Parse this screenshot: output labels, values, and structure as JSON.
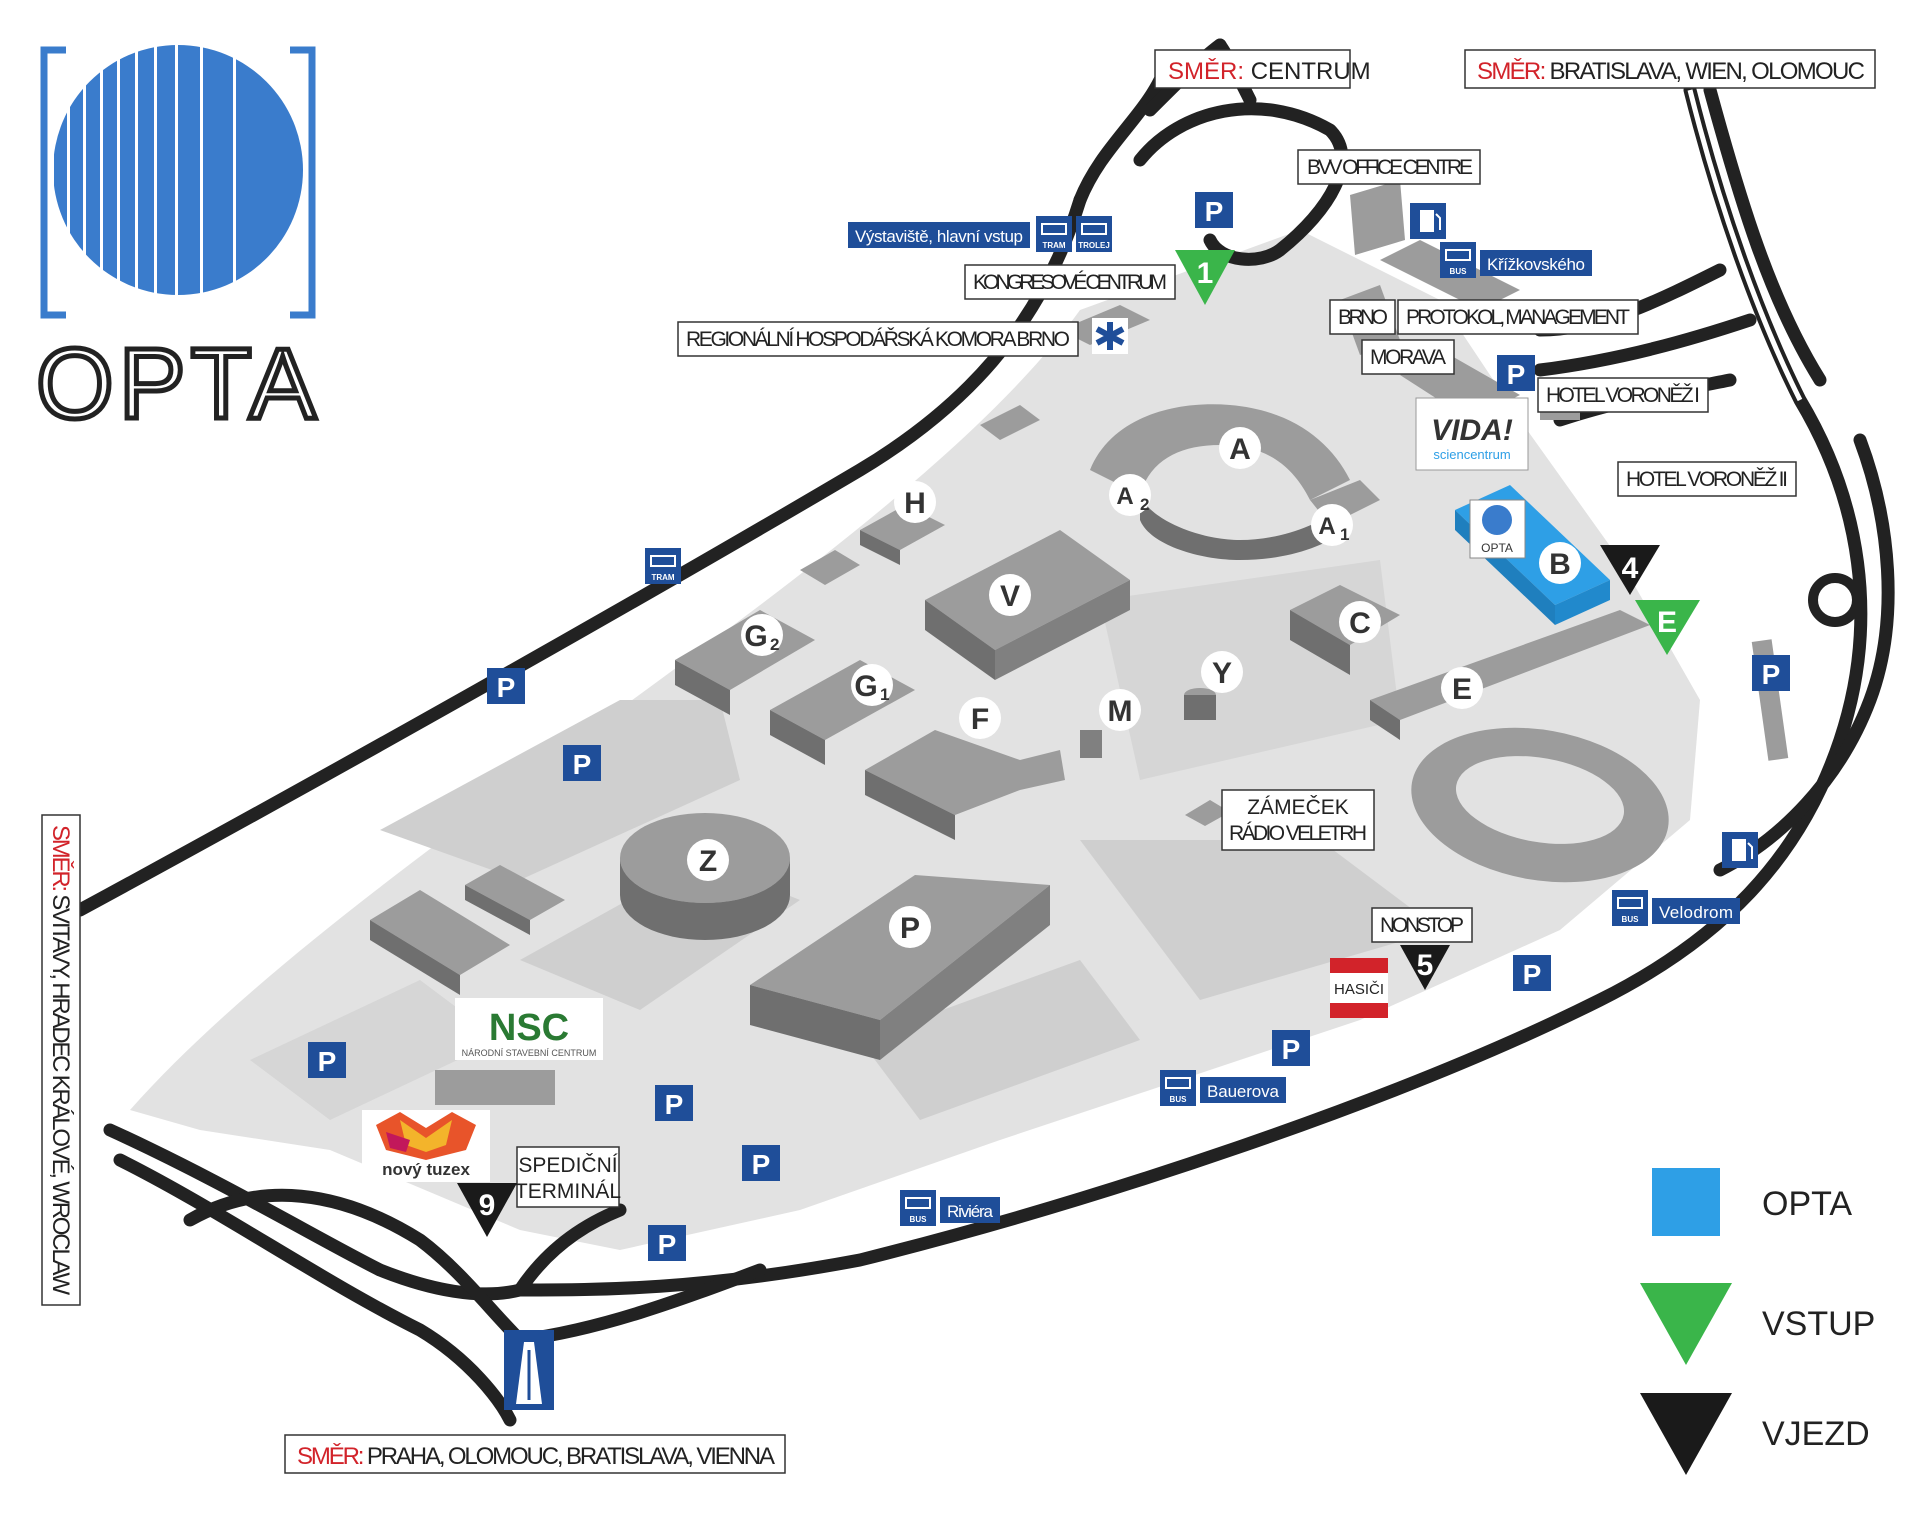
{
  "logo": {
    "text": "OPTA",
    "color": "#3a7ccc"
  },
  "directions": {
    "centrum": {
      "prefix": "SMĚR:",
      "text": "CENTRUM"
    },
    "bratislava": {
      "prefix": "SMĚR:",
      "text": "BRATISLAVA, WIEN, OLOMOUC"
    },
    "svitavy": {
      "prefix": "SMĚR:",
      "text": "SVITAVY, HRADEC KRÁLOVÉ, WROCLAW"
    },
    "praha": {
      "prefix": "SMĚR:",
      "text": "PRAHA, OLOMOUC, BRATISLAVA, VIENNA"
    }
  },
  "labels": {
    "bvv": "BVV OFFICE CENTRE",
    "kongres": "KONGRESOVÉ CENTRUM",
    "komora": "REGIONÁLNÍ HOSPODÁŘSKÁ KOMORA BRNO",
    "brno": "BRNO",
    "protokol": "PROTOKOL, MANAGEMENT",
    "morava": "MORAVA",
    "voronez1": "HOTEL VORONĚŽ I",
    "voronez2": "HOTEL VORONĚŽ II",
    "zamecek_line1": "ZÁMEČEK",
    "zamecek_line2": "RÁDIO VELETRH",
    "nonstop": "NONSTOP",
    "hasici": "HASIČI",
    "spedicni_line1": "SPEDIČNÍ",
    "spedicni_line2": "TERMINÁL",
    "vida_main": "VIDA!",
    "vida_sub": "sciencentrum",
    "nsc_main": "NSC",
    "nsc_sub": "NÁRODNÍ STAVEBNÍ CENTRUM",
    "tuzex": "nový tuzex",
    "opta_small": "OPTA"
  },
  "stops": {
    "vystaviste": "Výstaviště, hlavní vstup",
    "krizkovskeho": "Křížkovského",
    "velodrom": "Velodrom",
    "bauerova": "Bauerova",
    "riviera": "Riviéra"
  },
  "icon_texts": {
    "tram": "TRAM",
    "trolej": "TROLEJ",
    "bus": "BUS"
  },
  "halls": {
    "A": "A",
    "A2": "A",
    "A2_sub": "2",
    "A1": "A",
    "A1_sub": "1",
    "B": "B",
    "C": "C",
    "E": "E",
    "F": "F",
    "G1": "G",
    "G1_sub": "1",
    "G2": "G",
    "G2_sub": "2",
    "H": "H",
    "M": "M",
    "P": "P",
    "V": "V",
    "Y": "Y",
    "Z": "Z"
  },
  "parking_label": "P",
  "gates": {
    "g1": "1",
    "g4": "4",
    "gE": "E",
    "g5": "5",
    "g9": "9"
  },
  "legend": {
    "opta": {
      "label": "OPTA",
      "color": "#2e9fe6"
    },
    "vstup": {
      "label": "VSTUP",
      "color": "#3ab54a"
    },
    "vjezd": {
      "label": "VJEZD",
      "color": "#1a1a1a"
    }
  },
  "colors": {
    "road": "#222222",
    "parking": "#1f4e99",
    "building_top": "#9c9c9c",
    "building_side": "#6f6f6f",
    "ground": "#e2e2e2"
  }
}
